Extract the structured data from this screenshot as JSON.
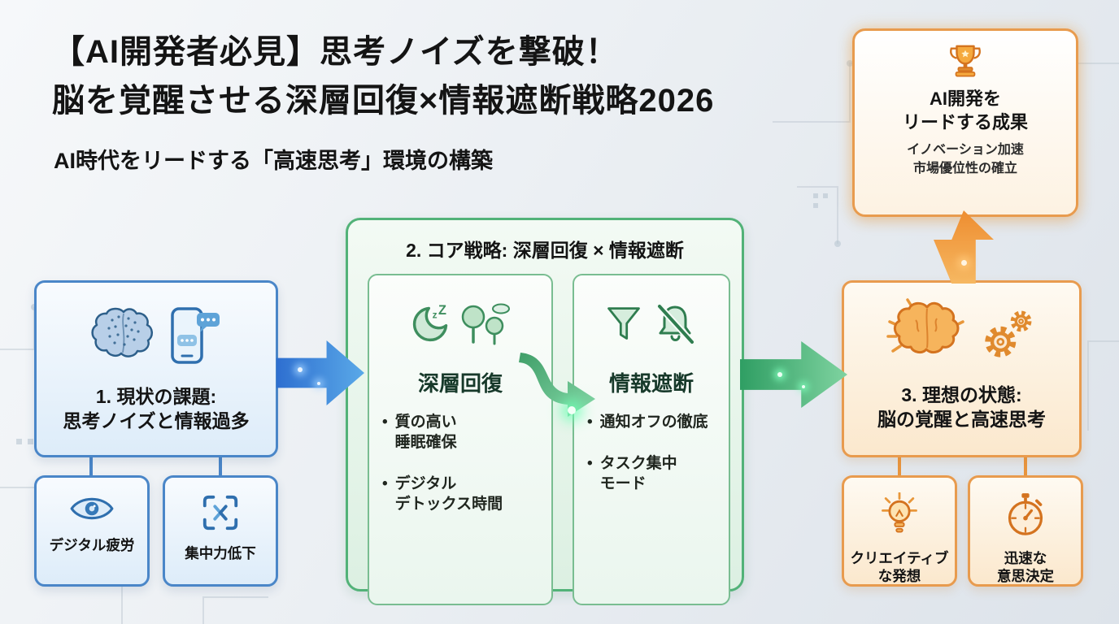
{
  "header": {
    "title_line1": "【AI開発者必見】思考ノイズを撃破！",
    "title_line2": "脳を覚醒させる深層回復×情報遮断戦略2026",
    "subtitle": "AI時代をリードする「高速思考」環境の構築"
  },
  "outcome": {
    "icon": "trophy-icon",
    "title": "AI開発を\nリードする成果",
    "subtitle": "イノベーション加速\n市場優位性の確立"
  },
  "problem": {
    "icons": [
      "brain-icon",
      "smartphone-chat-icon"
    ],
    "title": "1. 現状の課題:\n思考ノイズと情報過多",
    "children": [
      {
        "icon": "eye-icon",
        "label": "デジタル疲労"
      },
      {
        "icon": "focus-icon",
        "label": "集中力低下"
      }
    ]
  },
  "strategy": {
    "title": "2. コア戦略: 深層回復 × 情報遮断",
    "cards": [
      {
        "icons": [
          "moon-sleep-icon",
          "nature-trees-icon"
        ],
        "title": "深層回復",
        "bullets": [
          "質の高い\n睡眠確保",
          "デジタル\nデトックス時間"
        ]
      },
      {
        "icons": [
          "funnel-icon",
          "bell-off-icon"
        ],
        "title": "情報遮断",
        "bullets": [
          "通知オフの徹底",
          "タスク集中\nモード"
        ]
      }
    ]
  },
  "ideal": {
    "icons": [
      "glowing-brain-icon",
      "gears-icon"
    ],
    "title": "3. 理想の状態:\n脳の覚醒と高速思考",
    "children": [
      {
        "icon": "lightbulb-icon",
        "label": "クリエイティブ\nな発想"
      },
      {
        "icon": "stopwatch-icon",
        "label": "迅速な\n意思決定"
      }
    ]
  },
  "colors": {
    "blue_border": "#4a86c8",
    "green_border": "#52b278",
    "orange_border": "#e89b4e",
    "arrow_blue": "#2e6fd0",
    "arrow_green": "#2f9e63",
    "arrow_orange": "#ee8d30",
    "title_text": "#141414"
  }
}
